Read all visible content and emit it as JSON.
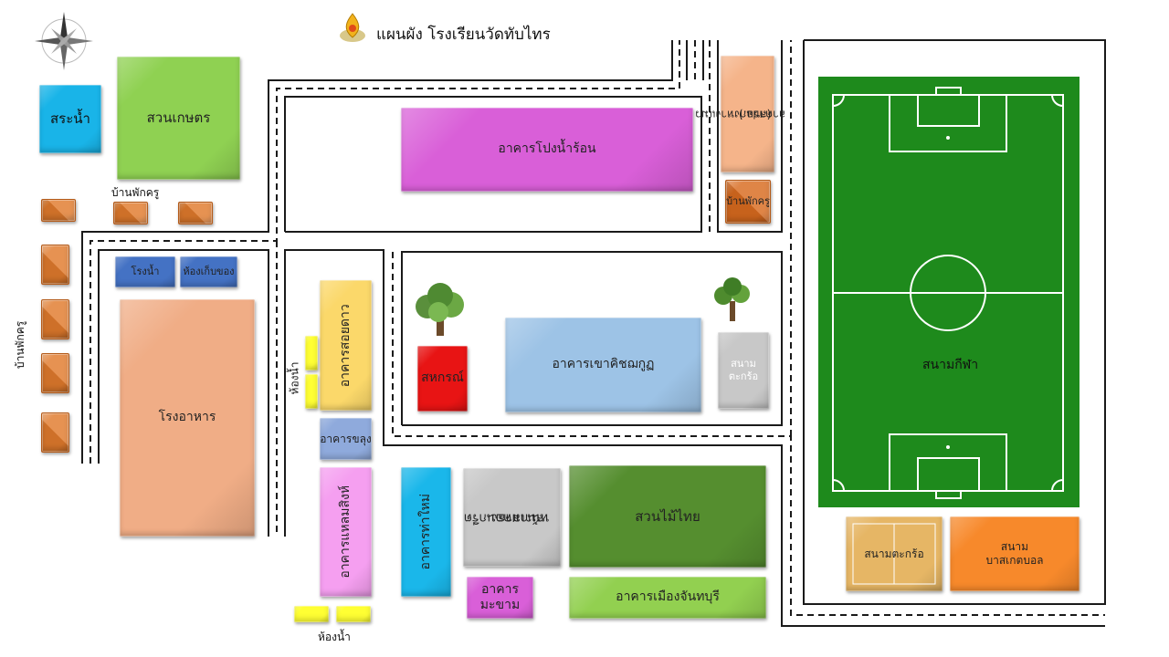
{
  "map_title": "แผนผัง โรงเรียนวัดทับไทร",
  "icons": {
    "compass": "compass-rose-icon",
    "logo": "school-emblem-icon",
    "tree": "tree-icon",
    "flag": "thai-flag-icon"
  },
  "colors": {
    "road": "#1a1a1a",
    "field": "#1e8a1c",
    "water_pond": "#19b4e8",
    "garden": "#8fd152",
    "pingpong": "#d95fd8",
    "canteen": "#f0ad86",
    "blue_small": "#4472c4",
    "yellow_bldg": "#fbd86a",
    "coop": "#e81414",
    "chalerm": "#9dc3e6",
    "gray": "#c8c8c8",
    "pink": "#f59ff0",
    "cyan_bldg": "#1ab7ea",
    "thai_garden": "#558e2f",
    "light_green": "#92d050",
    "takraw_court": "#e6b665",
    "basket_court": "#f7892b",
    "house": "#e07a2c",
    "restroom": "#ffff33"
  },
  "places": {
    "pond": "สระน้ำ",
    "farm_garden": "สวนเกษตร",
    "teacher_house_top": "บ้านพักครู",
    "teacher_house_left": "บ้านพักครู",
    "teacher_house_right": "บ้านพักครู",
    "pingpong_building": "อาคารโปงน้ำร้อน",
    "spo_building_line1": "อาคารแก่งหางแมว",
    "spo_building_line2": "(สปอ.)",
    "water_plant": "โรงน้ำ",
    "storage_room": "ห้องเก็บของ",
    "canteen": "โรงอาหาร",
    "soidao_building": "อาคารสอยดาว",
    "restroom_mid": "ห้องน้ำ",
    "khlung_building": "อาคารขลุง",
    "laemsing_building": "อาคารแหลมสิงห์",
    "coop": "สหกรณ์",
    "chalerm_building": "อาคารเขาคิชฌกูฏ",
    "takraw_small_line1": "สนาม",
    "takraw_small_line2": "ตะกร้อ",
    "thamai_building": "อาคารท่าใหม่",
    "concrete_field_line1": "สนามคอนกรีต",
    "concrete_field_line2": "หน้าเสาธง",
    "thai_garden": "สวนไม้ไทย",
    "makham_building": "อาคารมะขาม",
    "chanthaburi_building": "อาคารเมืองจันทบุรี",
    "sports_field": "สนามกีฬา",
    "takraw_court": "สนามตะกร้อ",
    "basket_court_line1": "สนาม",
    "basket_court_line2": "บาสเกตบอล",
    "restroom_bottom": "ห้องน้ำ"
  }
}
